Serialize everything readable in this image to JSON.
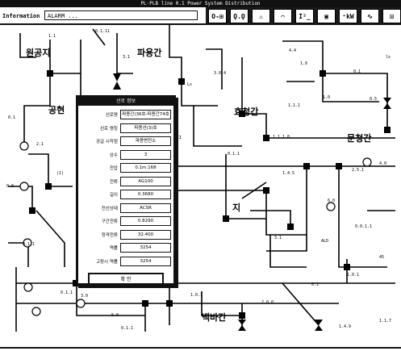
{
  "window": {
    "title": "PL·PLB line 0.1  Power System Distribution"
  },
  "info": {
    "label": "Information",
    "value": "ALARM ..."
  },
  "toolbar": {
    "buttons": [
      {
        "name": "zoom-fit-button",
        "glyph": "O-⊞"
      },
      {
        "name": "probe-button",
        "glyph": "Ϙ.Ϙ"
      },
      {
        "name": "alarm-button",
        "glyph": "⚠"
      },
      {
        "name": "curve-button",
        "glyph": "⌒"
      },
      {
        "name": "transformer-button",
        "glyph": "I²_"
      },
      {
        "name": "breaker-button",
        "glyph": "▣"
      },
      {
        "name": "meter-button",
        "glyph": "⁺kW"
      },
      {
        "name": "wave-button",
        "glyph": "∿"
      },
      {
        "name": "exit-button",
        "glyph": "⊡"
      }
    ]
  },
  "dialog": {
    "title": "선로 정보",
    "rows": [
      {
        "label": "선로명",
        "value": "파용간(36호-파용간74호"
      },
      {
        "label": "선로 명칭",
        "value": "파용선(3)호"
      },
      {
        "label": "공급 시작점",
        "value": "파용변전소"
      },
      {
        "label": "상수",
        "value": "3"
      },
      {
        "label": "전압",
        "value": "0.1m.168"
      },
      {
        "label": "전류",
        "value": "AG100"
      },
      {
        "label": "길이",
        "value": "0.3680"
      },
      {
        "label": "전선상태",
        "value": "ACSR"
      },
      {
        "label": "구간전류",
        "value": "0.8290"
      },
      {
        "label": "정격전류",
        "value": "32.400"
      },
      {
        "label": "역률",
        "value": "3254"
      },
      {
        "label": "고장시 역률",
        "value": "3254"
      }
    ],
    "confirm": "확 인"
  },
  "places": {
    "p1": "원공지",
    "p2": "파용간",
    "p3": "공현",
    "p4": "효청간",
    "p5": "문청간",
    "p6": "지",
    "p7": "백바간"
  },
  "tags": [
    "0.1.11",
    "1.1",
    "3.1",
    "Ls",
    "4.4",
    "1.0",
    "0.1",
    "ls",
    "1.0",
    "0.5",
    "1.1.1",
    "3.0.4",
    "0.1",
    "2.1",
    "(1)",
    "0.0",
    "1.1.1.8",
    "0.1.1",
    "1.4.5",
    "RCI",
    "2.5.1",
    "4.0",
    "6.0",
    "3.1",
    "ALD",
    "1.0.1",
    "45",
    "0.0.1.1",
    "0.1.1",
    "0.1.1",
    "3.0",
    "5.0",
    "1.0.1",
    "2.0.0",
    "0.1",
    "1.4.9",
    "1.1.7",
    "0.1.1"
  ]
}
